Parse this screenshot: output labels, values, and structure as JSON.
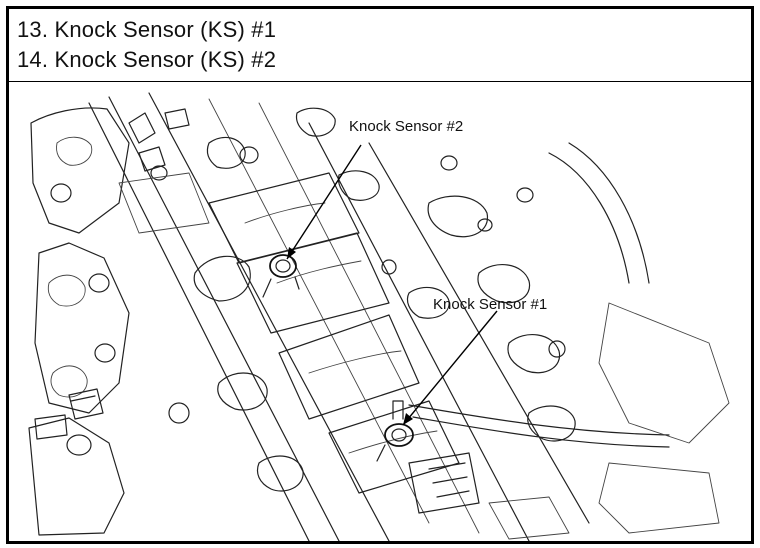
{
  "header": {
    "line1": "13. Knock Sensor (KS) #1",
    "line2": "14. Knock Sensor (KS) #2"
  },
  "diagram": {
    "callouts": {
      "ks2": "Knock Sensor #2",
      "ks1": "Knock Sensor #1"
    }
  }
}
